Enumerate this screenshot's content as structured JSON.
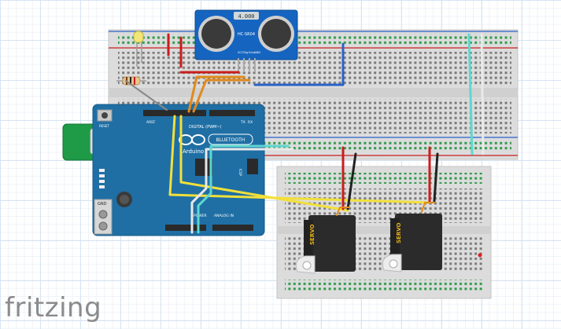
{
  "app": {
    "brand": "fritzing"
  },
  "sensor": {
    "display": "4.000",
    "model": "HC-SR04",
    "pins": [
      "VCC",
      "Trig",
      "Echo",
      "GND"
    ]
  },
  "arduino": {
    "logo_text": "Arduino",
    "bluetooth_label": "BLUETOOTH",
    "header_digital": "DIGITAL (PWM~)",
    "header_analog": "ANALOG IN",
    "header_power": "POWER",
    "icsp": "ICSP",
    "reset": "RESET",
    "gnd_label": "GND",
    "tx_label": "TX",
    "rx_label": "RX",
    "aref_label": "AREF"
  },
  "servos": [
    {
      "label": "SERVO"
    },
    {
      "label": "SERVO"
    }
  ],
  "colors": {
    "board_blue": "#1f6fa5",
    "sensor_blue": "#1565c0",
    "servo_body": "#2b2b2b",
    "wire_yellow": "#f2e03a",
    "wire_red": "#c81e1e",
    "wire_orange": "#e08a1e",
    "wire_blue": "#2a62c9",
    "wire_cyan": "#5fd7d0",
    "wire_white": "#e9e9e9",
    "wire_gray": "#888888",
    "bt_module_green": "#1f9a47"
  }
}
